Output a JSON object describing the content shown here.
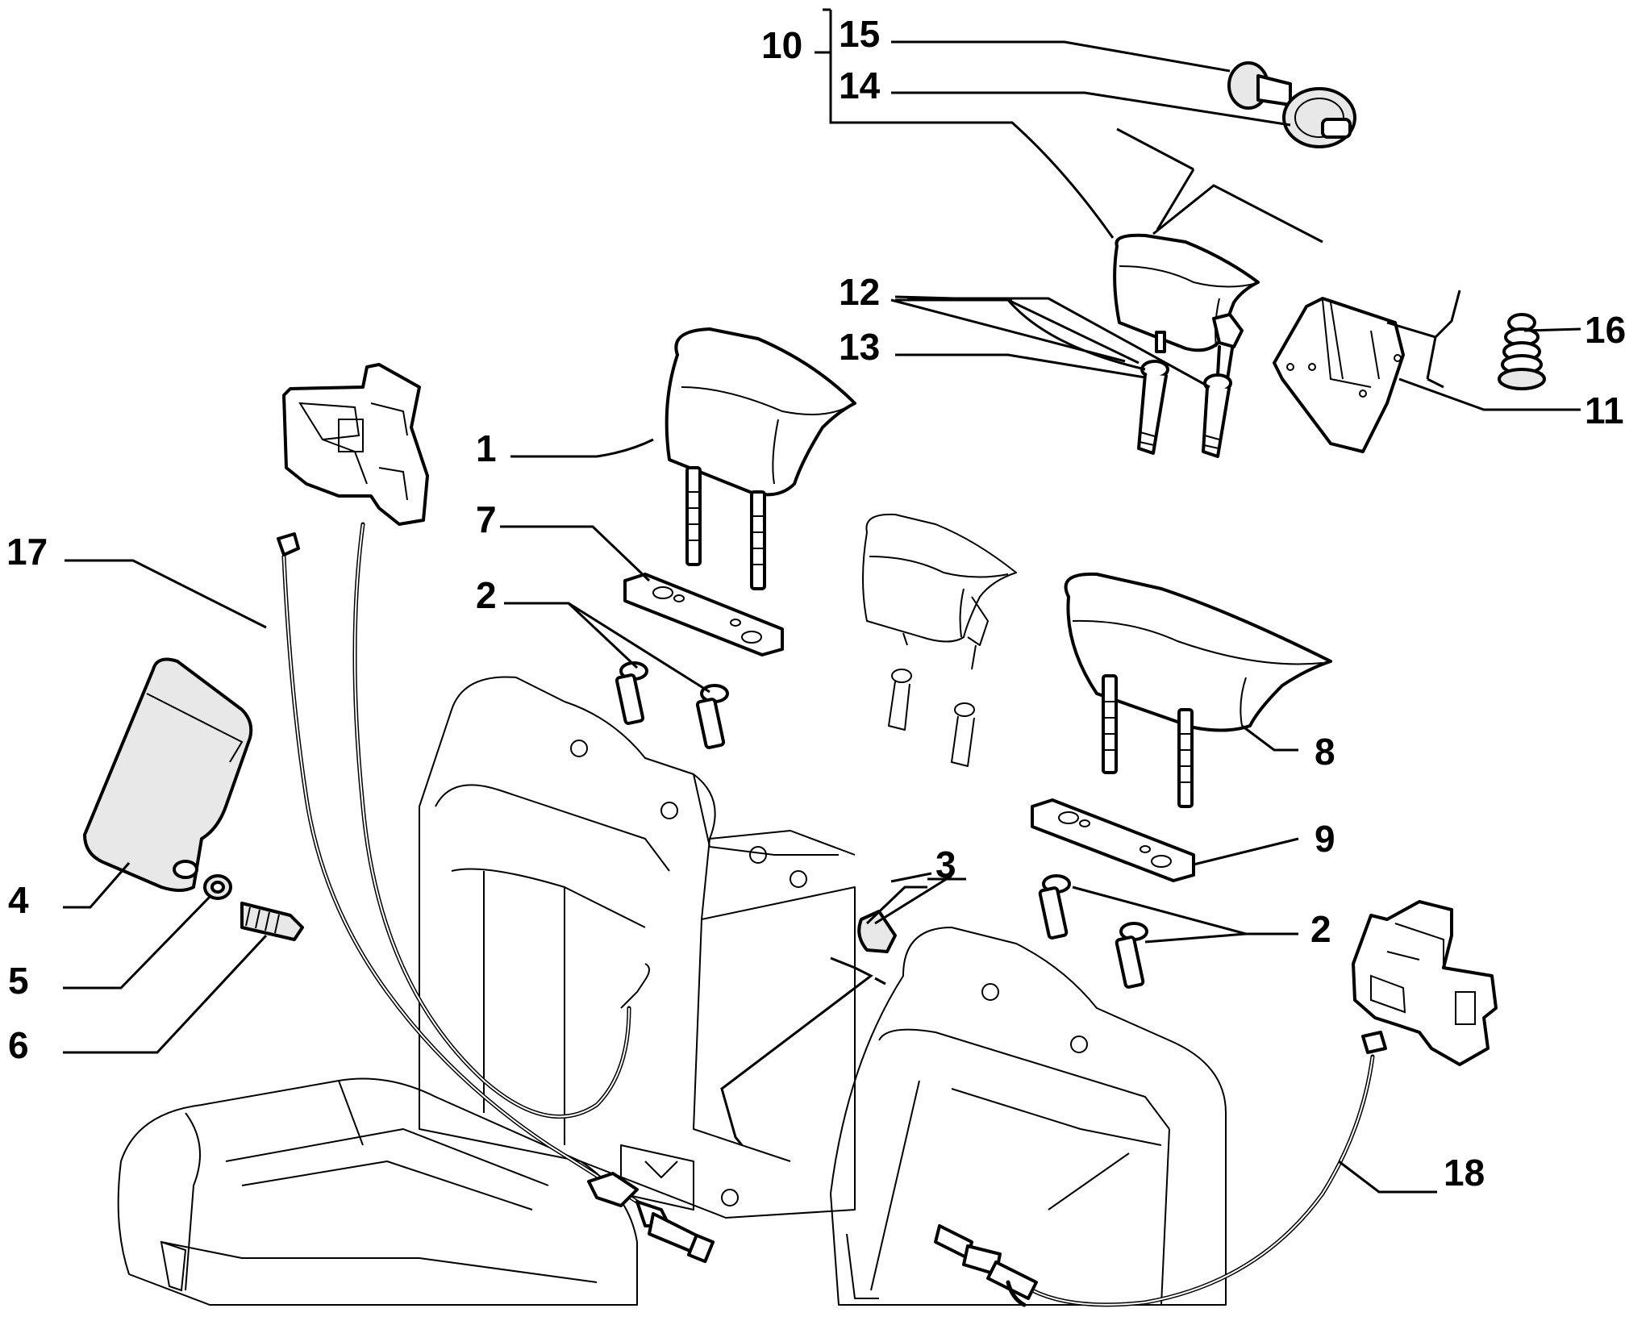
{
  "callouts": {
    "c1": "1",
    "c2a": "2",
    "c2b": "2",
    "c3": "3",
    "c4": "4",
    "c5": "5",
    "c6": "6",
    "c7": "7",
    "c8": "8",
    "c9": "9",
    "c10": "10",
    "c11": "11",
    "c12": "12",
    "c13": "13",
    "c14": "14",
    "c15": "15",
    "c16": "16",
    "c17": "17",
    "c18": "18"
  }
}
